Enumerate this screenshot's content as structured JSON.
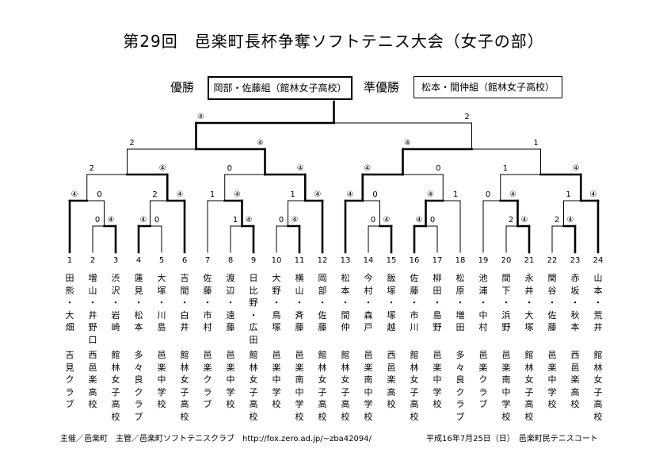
{
  "title": "第29回　邑楽町長杯争奪ソフトテニス大会（女子の部）",
  "results": {
    "winner_label": "優勝",
    "winner": "岡部・佐藤組（館林女子高校）",
    "runner_up_label": "準優勝",
    "runner_up": "松本・間仲組（館林女子高校）"
  },
  "final": {
    "left_score": "④",
    "right_score": "2"
  },
  "semis": [
    {
      "left_score": "2",
      "right_score": "④"
    },
    {
      "left_score": "④",
      "right_score": "1"
    }
  ],
  "quarters": [
    {
      "left_score": "2",
      "right_score": "④"
    },
    {
      "left_score": "0",
      "right_score": "④"
    },
    {
      "left_score": "④",
      "right_score": "0"
    },
    {
      "left_score": "1",
      "right_score": "④"
    }
  ],
  "r2": [
    {
      "left_score": "④",
      "right_score": "0"
    },
    {
      "left_score": "2",
      "right_score": "④"
    },
    {
      "left_score": "1",
      "right_score": "④"
    },
    {
      "left_score": "1",
      "right_score": "④"
    },
    {
      "left_score": "④",
      "right_score": "0"
    },
    {
      "left_score": "④",
      "right_score": "1"
    },
    {
      "left_score": "0",
      "right_score": "④"
    },
    {
      "left_score": "1",
      "right_score": "④"
    }
  ],
  "r1": [
    {
      "left_score": "0",
      "right_score": "④"
    },
    {
      "left_score": "④",
      "right_score": "0"
    },
    {
      "left_score": "1",
      "right_score": "④"
    },
    {
      "left_score": "0",
      "right_score": "④"
    },
    {
      "left_score": "0",
      "right_score": "④"
    },
    {
      "left_score": "④",
      "right_score": "0"
    },
    {
      "left_score": "2",
      "right_score": "④"
    },
    {
      "left_score": "2",
      "right_score": "④"
    }
  ],
  "pairs": [
    {
      "num": "1",
      "names": [
        "田",
        "熊",
        "・",
        "大",
        "畑"
      ],
      "club": [
        "吉",
        "見",
        "ク",
        "ラ",
        "ブ"
      ]
    },
    {
      "num": "2",
      "names": [
        "増",
        "山",
        "・",
        "井",
        "野",
        "口"
      ],
      "club": [
        "西",
        "邑",
        "楽",
        "高",
        "校"
      ]
    },
    {
      "num": "3",
      "names": [
        "渋",
        "沢",
        "・",
        "岩",
        "崎"
      ],
      "club": [
        "館",
        "林",
        "女",
        "子",
        "高",
        "校"
      ]
    },
    {
      "num": "4",
      "names": [
        "蓮",
        "見",
        "・",
        "松",
        "本"
      ],
      "club": [
        "多",
        "々",
        "良",
        "ク",
        "ラ",
        "ブ"
      ]
    },
    {
      "num": "5",
      "names": [
        "大",
        "塚",
        "・",
        "川",
        "島"
      ],
      "club": [
        "邑",
        "楽",
        "中",
        "学",
        "校"
      ]
    },
    {
      "num": "6",
      "names": [
        "吉",
        "間",
        "・",
        "白",
        "井"
      ],
      "club": [
        "館",
        "林",
        "女",
        "子",
        "高",
        "校"
      ]
    },
    {
      "num": "7",
      "names": [
        "佐",
        "藤",
        "・",
        "市",
        "村"
      ],
      "club": [
        "邑",
        "楽",
        "ク",
        "ラ",
        "ブ"
      ]
    },
    {
      "num": "8",
      "names": [
        "渡",
        "辺",
        "・",
        "遠",
        "藤"
      ],
      "club": [
        "邑",
        "楽",
        "中",
        "学",
        "校"
      ]
    },
    {
      "num": "9",
      "names": [
        "日",
        "比",
        "野",
        "・",
        "広",
        "田"
      ],
      "club": [
        "館",
        "林",
        "女",
        "子",
        "高",
        "校"
      ]
    },
    {
      "num": "10",
      "names": [
        "大",
        "野",
        "・",
        "鳥",
        "塚"
      ],
      "club": [
        "邑",
        "楽",
        "中",
        "学",
        "校"
      ]
    },
    {
      "num": "11",
      "names": [
        "横",
        "山",
        "・",
        "斉",
        "藤"
      ],
      "club": [
        "邑",
        "楽",
        "南",
        "中",
        "学",
        "校"
      ]
    },
    {
      "num": "12",
      "names": [
        "岡",
        "部",
        "・",
        "佐",
        "藤"
      ],
      "club": [
        "館",
        "林",
        "女",
        "子",
        "高",
        "校"
      ]
    },
    {
      "num": "13",
      "names": [
        "松",
        "本",
        "・",
        "間",
        "仲"
      ],
      "club": [
        "館",
        "林",
        "女",
        "子",
        "高",
        "校"
      ]
    },
    {
      "num": "14",
      "names": [
        "今",
        "村",
        "・",
        "森",
        "戸"
      ],
      "club": [
        "邑",
        "楽",
        "南",
        "中",
        "学",
        "校"
      ]
    },
    {
      "num": "15",
      "names": [
        "飯",
        "塚",
        "・",
        "塚",
        "越"
      ],
      "club": [
        "西",
        "邑",
        "楽",
        "高",
        "校"
      ]
    },
    {
      "num": "16",
      "names": [
        "佐",
        "藤",
        "・",
        "市",
        "川"
      ],
      "club": [
        "館",
        "林",
        "女",
        "子",
        "高",
        "校"
      ]
    },
    {
      "num": "17",
      "names": [
        "柳",
        "田",
        "・",
        "島",
        "野"
      ],
      "club": [
        "邑",
        "楽",
        "中",
        "学",
        "校"
      ]
    },
    {
      "num": "18",
      "names": [
        "松",
        "原",
        "・",
        "増",
        "田"
      ],
      "club": [
        "多",
        "々",
        "良",
        "ク",
        "ラ",
        "ブ"
      ]
    },
    {
      "num": "19",
      "names": [
        "池",
        "浦",
        "・",
        "中",
        "村"
      ],
      "club": [
        "邑",
        "楽",
        "ク",
        "ラ",
        "ブ"
      ]
    },
    {
      "num": "20",
      "names": [
        "間",
        "下",
        "・",
        "浜",
        "野"
      ],
      "club": [
        "邑",
        "楽",
        "南",
        "中",
        "学",
        "校"
      ]
    },
    {
      "num": "21",
      "names": [
        "永",
        "井",
        "・",
        "大",
        "塚"
      ],
      "club": [
        "館",
        "林",
        "女",
        "子",
        "高",
        "校"
      ]
    },
    {
      "num": "22",
      "names": [
        "関",
        "谷",
        "・",
        "佐",
        "藤"
      ],
      "club": [
        "邑",
        "楽",
        "中",
        "学",
        "校"
      ]
    },
    {
      "num": "23",
      "names": [
        "赤",
        "坂",
        "・",
        "秋",
        "本"
      ],
      "club": [
        "西",
        "邑",
        "楽",
        "高",
        "校"
      ]
    },
    {
      "num": "24",
      "names": [
        "山",
        "本",
        "・",
        "荒",
        "井"
      ],
      "club": [
        "館",
        "林",
        "女",
        "子",
        "高",
        "校"
      ]
    }
  ],
  "footer": {
    "organizers": "主催／邑楽町　主管／邑楽町ソフトテニスクラブ　http://fox.zero.ad.jp/~zba42094/",
    "date_venue": "平成16年7月25日（日）　邑楽町民テニスコート"
  }
}
